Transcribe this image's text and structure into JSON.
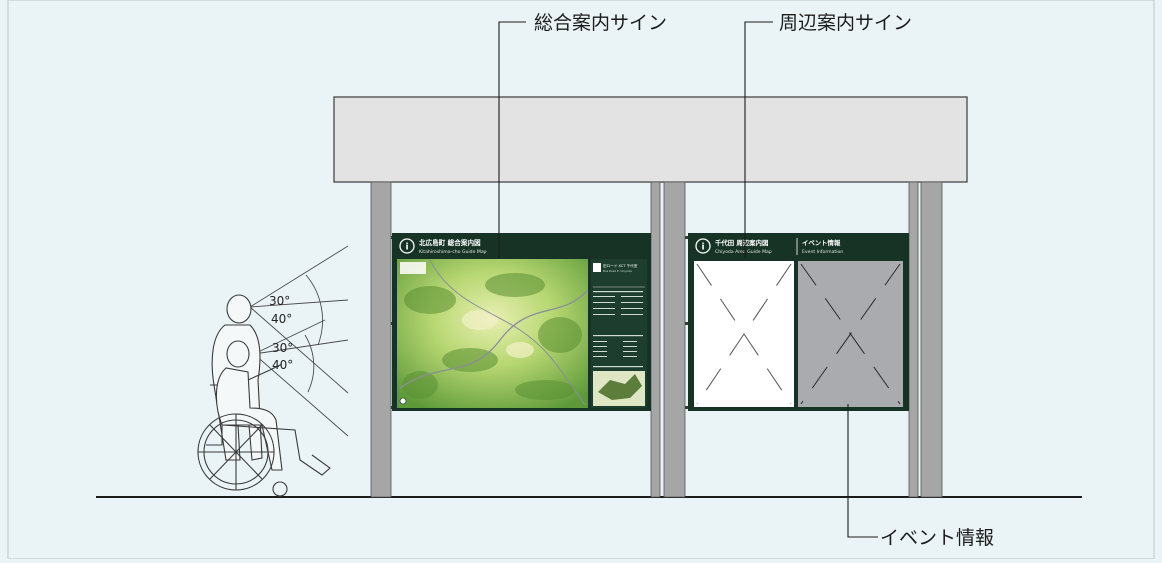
{
  "callouts": {
    "general_sign": "総合案内サイン",
    "area_sign": "周辺案内サイン",
    "event_info": "イベント情報"
  },
  "angles": {
    "standing_upper": "30°",
    "standing_lower": "40°",
    "wheelchair_upper": "30°",
    "wheelchair_lower": "40°"
  },
  "left_board": {
    "title_jp": "北広島町 総合案内図",
    "title_en": "Kitahiroshima-cho Guide Map",
    "route_label": "旧ロード XCT 千代田",
    "route_sub": "Bus Road E. Chiyoda"
  },
  "right_board": {
    "title_jp": "千代田 周辺案内図",
    "title_en": "Chiyoda Area Guide Map",
    "event_jp": "イベント情報",
    "event_en": "Event Information"
  },
  "colors": {
    "background": "#eaf4f6",
    "canopy": "#e3e3e3",
    "post": "#a6a6a6",
    "board_frame": "#163326",
    "map_green": "#8fbf4a",
    "event_panel": "#a9abae"
  }
}
